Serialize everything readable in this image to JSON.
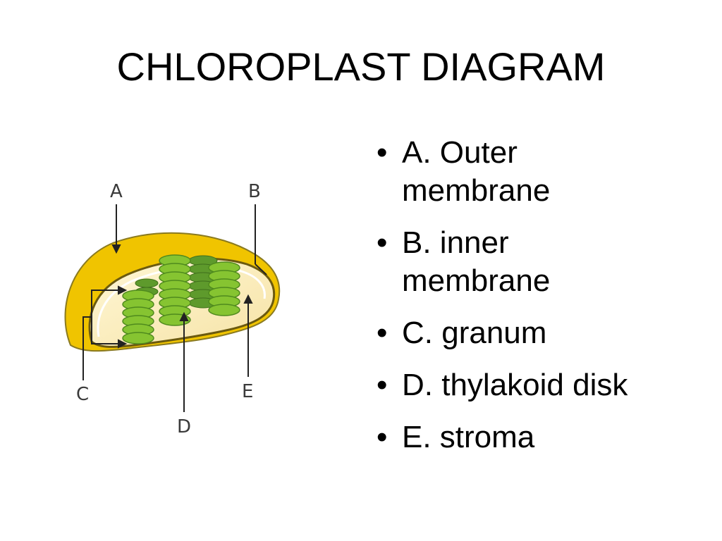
{
  "title": "CHLOROPLAST DIAGRAM",
  "diagram_labels": {
    "a": "A",
    "b": "B",
    "c": "C",
    "d": "D",
    "e": "E"
  },
  "legend": [
    {
      "line1": "A. Outer",
      "line2": "membrane"
    },
    {
      "line1": "B. inner",
      "line2": "membrane"
    },
    {
      "line1": "C. granum"
    },
    {
      "line1": "D. thylakoid disk"
    },
    {
      "line1": "E. stroma"
    }
  ],
  "colors": {
    "outer_membrane": "#f0c400",
    "inner_stroma": "#fbeec0",
    "thylakoid_light": "#86c431",
    "thylakoid_dark": "#5e9a2c",
    "outline": "#7a6a10"
  }
}
